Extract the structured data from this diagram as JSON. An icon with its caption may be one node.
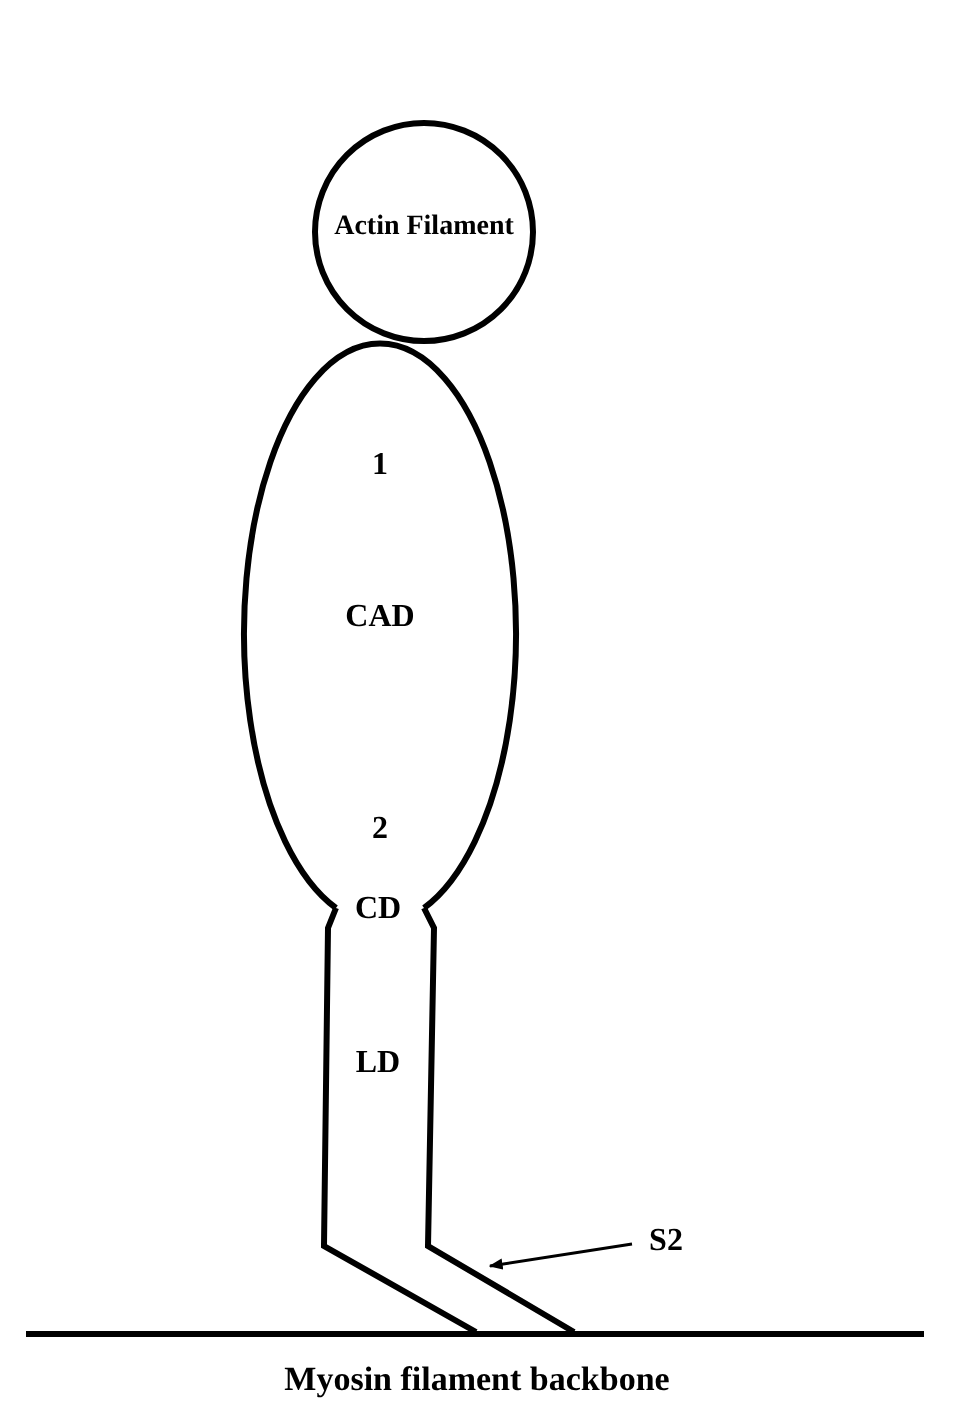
{
  "diagram": {
    "nodes": [
      {
        "text": [
          "Actin Filament"
        ]
      },
      {
        "text": [
          "1",
          "CAD",
          "2"
        ]
      },
      {
        "text": [
          "CD",
          "LD"
        ]
      },
      {
        "text": [
          "S2"
        ]
      }
    ],
    "edges": [
      {
        "from": 3,
        "to": 2,
        "arrow": "to"
      }
    ],
    "labels": [
      "Myosin filament backbone"
    ]
  }
}
